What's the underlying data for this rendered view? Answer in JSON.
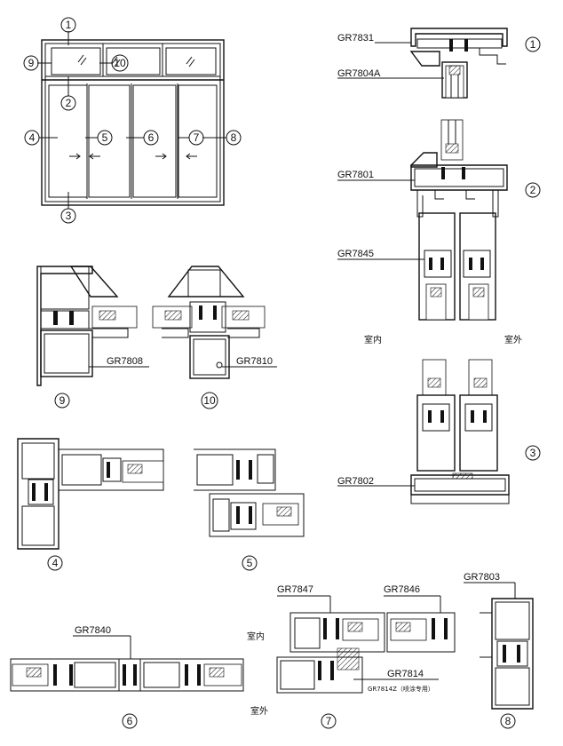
{
  "labels": {
    "gr7831": "GR7831",
    "gr7804a": "GR7804A",
    "gr7801": "GR7801",
    "gr7845": "GR7845",
    "gr7808": "GR7808",
    "gr7810": "GR7810",
    "gr7802": "GR7802",
    "gr7840": "GR7840",
    "gr7847": "GR7847",
    "gr7846": "GR7846",
    "gr7803": "GR7803",
    "gr7814": "GR7814",
    "gr7814z": "GR7814Z（喷涂专用）"
  },
  "chinese": {
    "indoor": "室内",
    "outdoor": "室外"
  },
  "callouts": [
    "1",
    "2",
    "3",
    "4",
    "5",
    "6",
    "7",
    "8",
    "9",
    "10"
  ]
}
